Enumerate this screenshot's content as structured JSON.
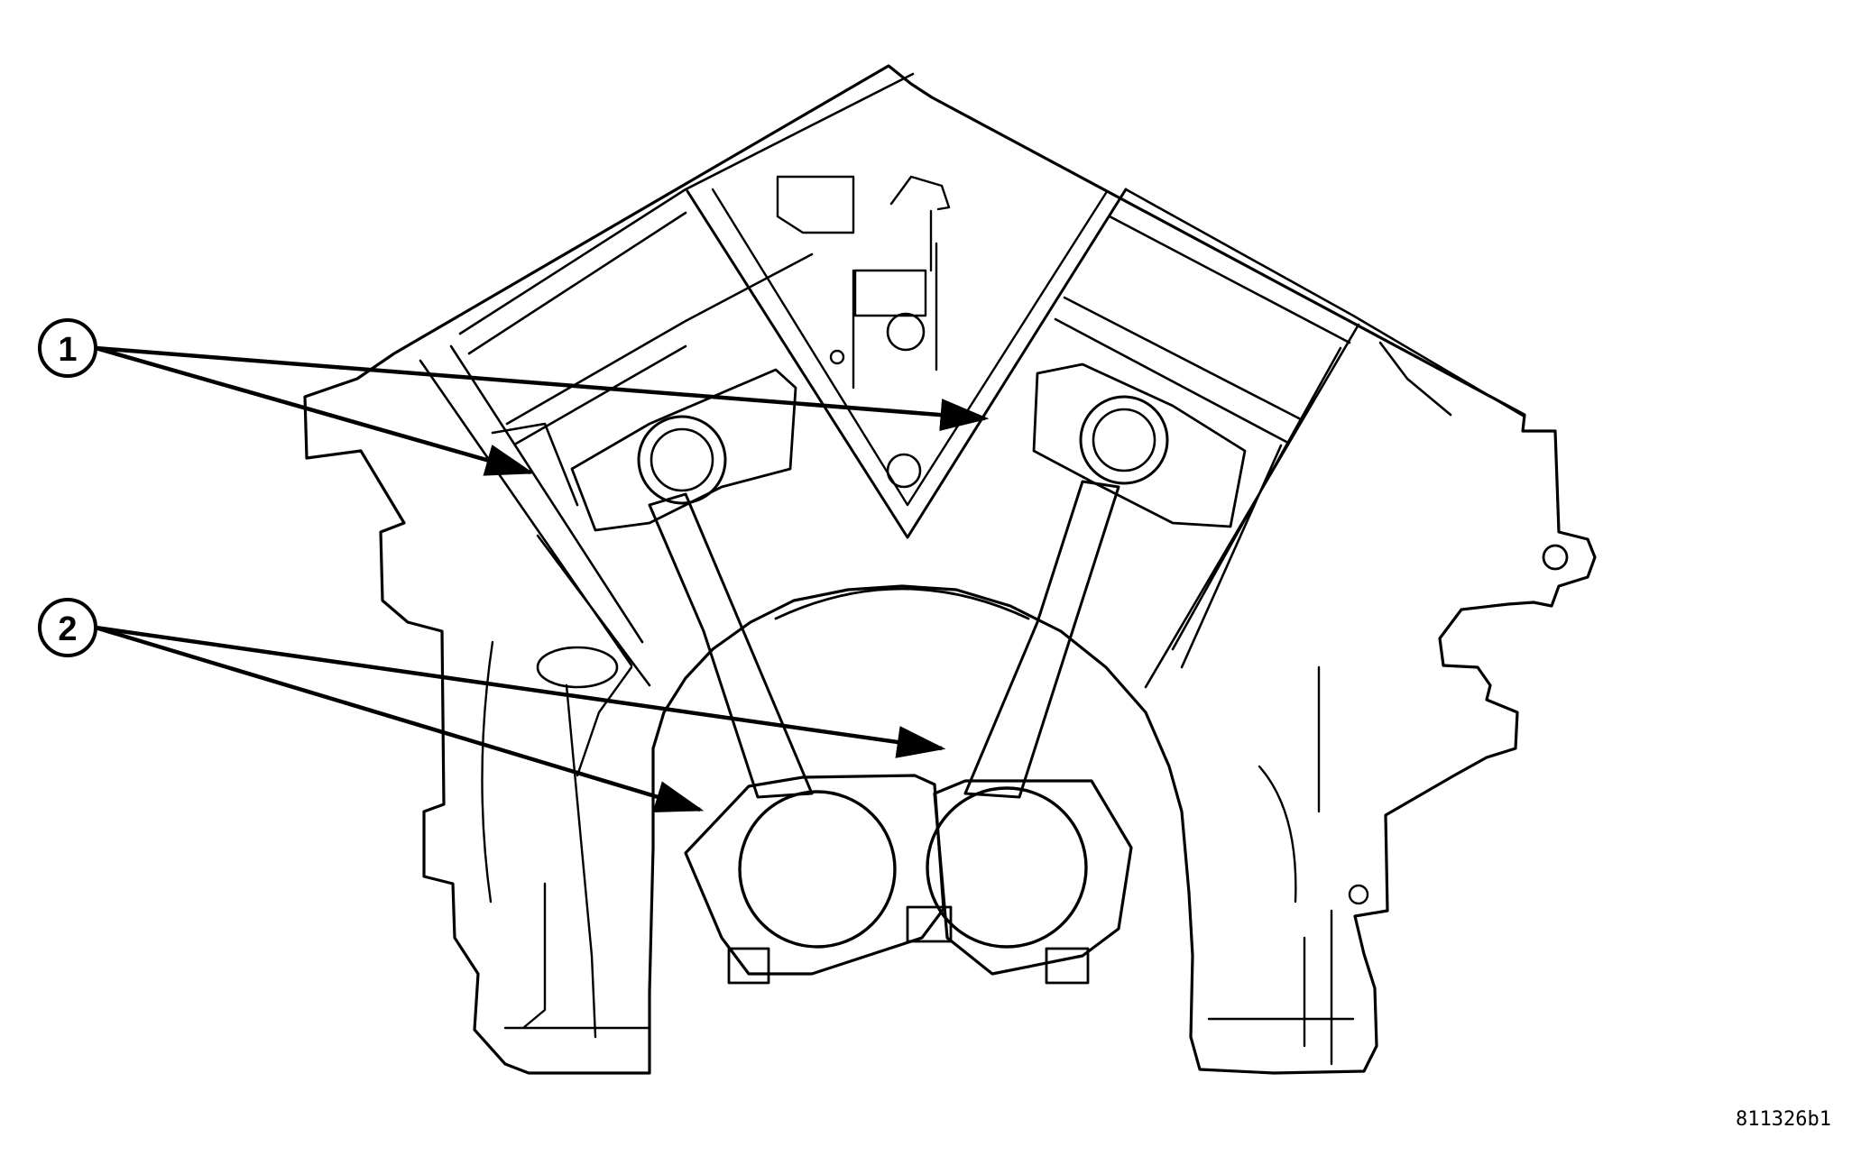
{
  "figure": {
    "code": "811326b1",
    "line_color": "#000000",
    "background_color": "#ffffff"
  },
  "callouts": [
    {
      "label": "1"
    },
    {
      "label": "2"
    }
  ]
}
